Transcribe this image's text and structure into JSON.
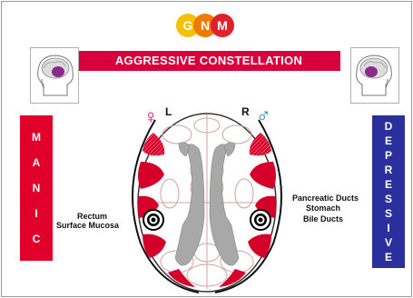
{
  "logo": {
    "letters": [
      "G",
      "N",
      "M"
    ],
    "colors": [
      "#f2c200",
      "#f07a00",
      "#e0202a"
    ]
  },
  "banner": {
    "title": "AGGRESSIVE CONSTELLATION"
  },
  "left_box": {
    "letters": [
      "M",
      "A",
      "N",
      "I",
      "C"
    ],
    "color": "#e0002a"
  },
  "right_box": {
    "letters": [
      "D",
      "E",
      "P",
      "R",
      "E",
      "S",
      "S",
      "I",
      "V",
      "E"
    ],
    "color": "#2b2f9c"
  },
  "hemispheres": {
    "left": "L",
    "right": "R",
    "female_symbol": "♀",
    "male_symbol": "♂"
  },
  "labels": {
    "left_line1": "Rectum",
    "left_line2": "Surface Mucosa",
    "right_line1": "Pancreatic Ducts",
    "right_line2": "Stomach",
    "right_line3": "Bile Ducts"
  },
  "colors": {
    "accent_red": "#d8003a",
    "female": "#d4006e",
    "male": "#2277cc"
  }
}
